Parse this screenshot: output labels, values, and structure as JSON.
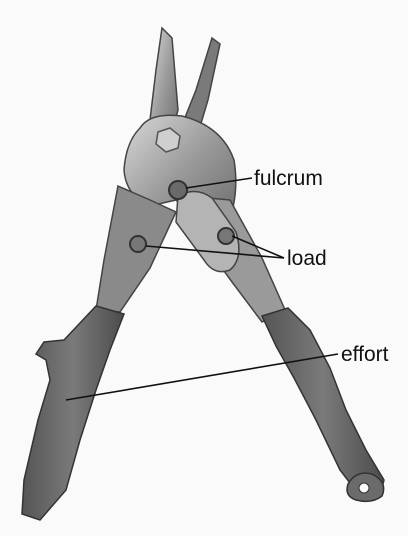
{
  "diagram": {
    "subject": "tin snips",
    "labels": {
      "fulcrum": "fulcrum",
      "load": "load",
      "effort": "effort"
    },
    "colors": {
      "background": "#fafafa",
      "metal": "#8a8a8a",
      "metal_dark": "#555555",
      "metal_light": "#c8c8c8",
      "grip": "#6b6b6b",
      "grip_dark": "#4a4a4a",
      "leader_line": "#111111"
    }
  }
}
